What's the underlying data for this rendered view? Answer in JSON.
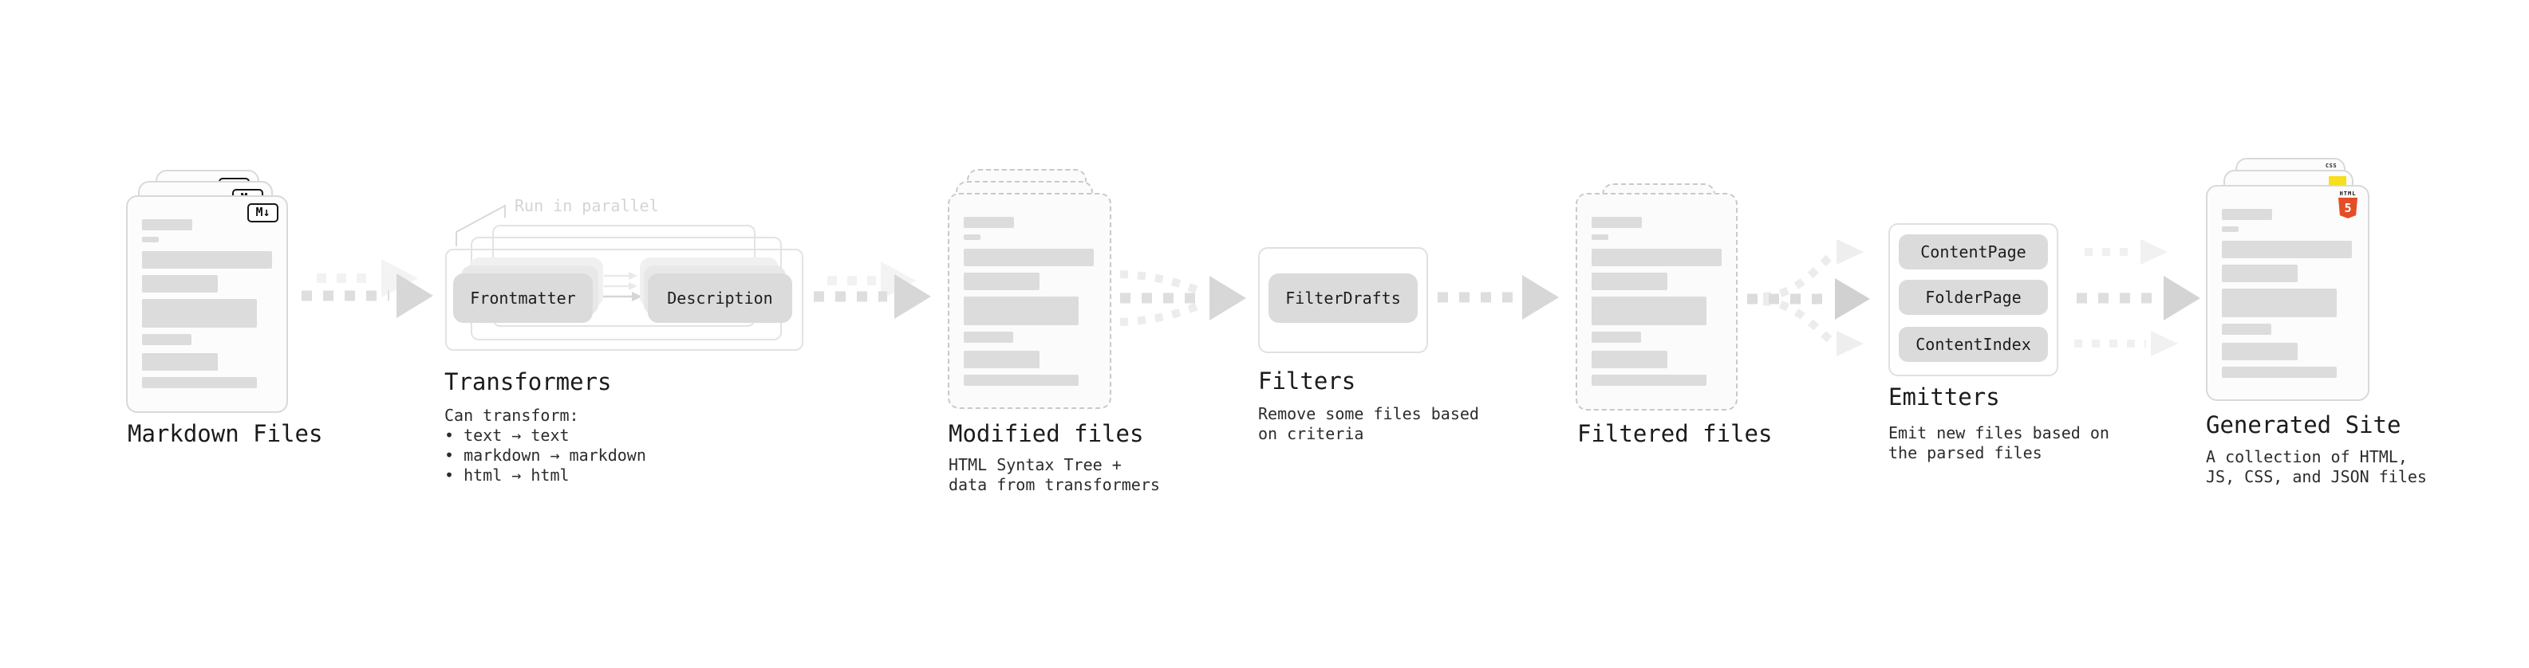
{
  "stages": {
    "markdown_files": {
      "label": "Markdown Files"
    },
    "transformers": {
      "label": "Transformers",
      "parallel_note": "Run in parallel",
      "box_left": "Frontmatter",
      "box_right": "Description",
      "details": "Can transform:\n • text → text\n • markdown → markdown\n • html → html"
    },
    "modified_files": {
      "label": "Modified files",
      "description": "HTML Syntax Tree +\ndata from transformers"
    },
    "filters": {
      "label": "Filters",
      "box": "FilterDrafts",
      "description": "Remove some files based\non criteria"
    },
    "filtered_files": {
      "label": "Filtered files"
    },
    "emitters": {
      "label": "Emitters",
      "boxes": [
        "ContentPage",
        "FolderPage",
        "ContentIndex"
      ],
      "description": "Emit new files based on\nthe parsed files"
    },
    "generated_site": {
      "label": "Generated Site",
      "description": "A collection of HTML,\nJS, CSS, and JSON files"
    }
  },
  "icons": {
    "markdown_badge": "M↓",
    "html5_wordmark": "HTML",
    "html5_numeral": "5",
    "css_wordmark": "CSS"
  },
  "colors": {
    "html5_orange": "#e44d26",
    "js_yellow": "#f7df1e",
    "css_blue": "#2b63e8",
    "arrow_gray": "#dedede",
    "arrow_light": "#f1f1f1",
    "box_gray": "#dbdbdb"
  }
}
